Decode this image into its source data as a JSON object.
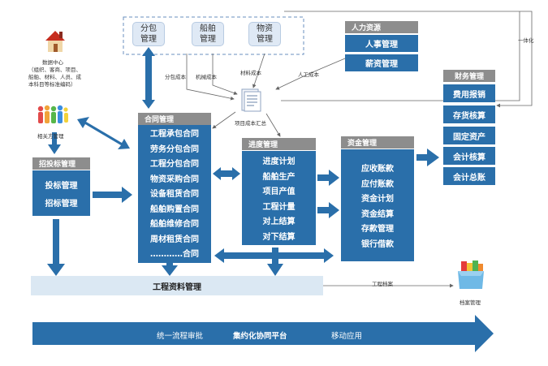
{
  "data_center": {
    "title": "数据中心",
    "desc_lines": [
      "（组织、客商、项目、",
      "船舶、材料、人员、成",
      "本科目等标准编码）"
    ]
  },
  "related_party": "相关方管理",
  "top_group": [
    {
      "line1": "分包",
      "line2": "管理"
    },
    {
      "line1": "船舶",
      "line2": "管理"
    },
    {
      "line1": "物资",
      "line2": "管理"
    }
  ],
  "hr": {
    "title": "人力资源",
    "items": [
      "人事管理",
      "薪资管理"
    ]
  },
  "cost_labels": {
    "subcontract": "分包成本",
    "machinery": "机械成本",
    "material": "材料成本",
    "labor": "人工成本",
    "summary": "项目成本汇总"
  },
  "integration_label": "一体化",
  "finance": {
    "title": "财务管理",
    "items": [
      "费用报销",
      "存货核算",
      "固定资产",
      "会计核算",
      "会计总账"
    ]
  },
  "bidding": {
    "title": "招投标管理",
    "items": [
      "投标管理",
      "招标管理"
    ]
  },
  "contract": {
    "title": "合同管理",
    "items": [
      "工程承包合同",
      "劳务分包合同",
      "工程分包合同",
      "物资采购合同",
      "设备租赁合同",
      "船舶购置合同",
      "船舶维修合同",
      "周材租赁合同",
      "…………合同"
    ]
  },
  "progress": {
    "title": "进度管理",
    "items": [
      "进度计划",
      "船舶生产",
      "项目产值",
      "工程计量",
      "对上结算",
      "对下结算"
    ]
  },
  "funds": {
    "title": "资金管理",
    "items": [
      "应收账款",
      "应付账款",
      "资金计划",
      "资金结算",
      "存款管理",
      "银行借款"
    ]
  },
  "eng_docs": "工程资料管理",
  "archive_label": "工程档案",
  "archive_mgmt": "档案管理",
  "platform": [
    "统一流程审批",
    "集约化协同平台",
    "移动应用"
  ]
}
